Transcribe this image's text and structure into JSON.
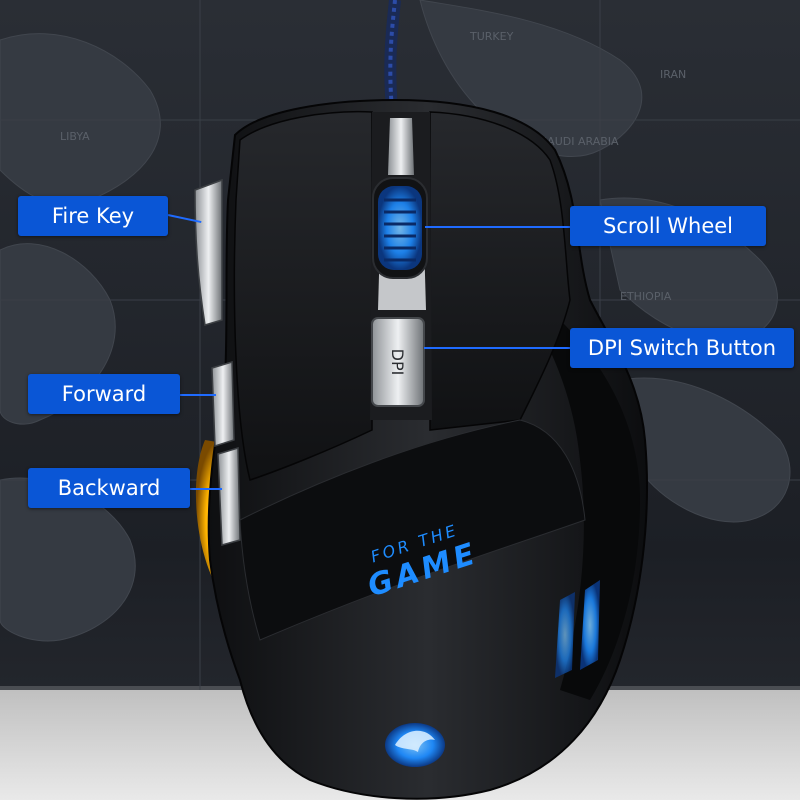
{
  "callouts": {
    "fire_key": "Fire Key",
    "scroll_wheel": "Scroll Wheel",
    "dpi_switch": "DPI Switch Button",
    "forward": "Forward",
    "backward": "Backward"
  },
  "mouse": {
    "dpi_button_label": "DPI",
    "slogan_line1": "FOR THE",
    "slogan_line2": "GAME"
  },
  "map_labels": [
    "IRAN",
    "TURKEY",
    "SAUDI ARABIA",
    "ETHIOPIA",
    "LIBYA"
  ],
  "colors": {
    "callout_bg": "#0a56d6",
    "accent_blue": "#1e8cff",
    "accent_orange": "#ffb400",
    "body_black": "#111214"
  }
}
